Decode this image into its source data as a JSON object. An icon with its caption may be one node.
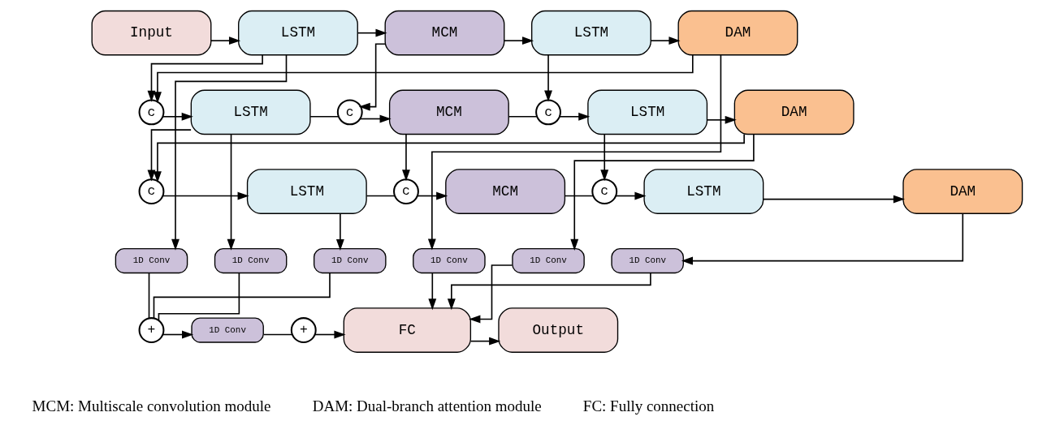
{
  "diagram": {
    "nodes": [
      {
        "text": [
          "Input"
        ]
      },
      {
        "text": [
          "LSTM"
        ]
      },
      {
        "text": [
          "MCM"
        ]
      },
      {
        "text": [
          "LSTM"
        ]
      },
      {
        "text": [
          "DAM"
        ]
      },
      {
        "text": [
          "c"
        ]
      },
      {
        "text": [
          "LSTM"
        ]
      },
      {
        "text": [
          "c"
        ]
      },
      {
        "text": [
          "MCM"
        ]
      },
      {
        "text": [
          "c"
        ]
      },
      {
        "text": [
          "LSTM"
        ]
      },
      {
        "text": [
          "DAM"
        ]
      },
      {
        "text": [
          "c"
        ]
      },
      {
        "text": [
          "LSTM"
        ]
      },
      {
        "text": [
          "c"
        ]
      },
      {
        "text": [
          "MCM"
        ]
      },
      {
        "text": [
          "c"
        ]
      },
      {
        "text": [
          "LSTM"
        ]
      },
      {
        "text": [
          "DAM"
        ]
      },
      {
        "text": [
          "1D Conv"
        ]
      },
      {
        "text": [
          "1D Conv"
        ]
      },
      {
        "text": [
          "1D Conv"
        ]
      },
      {
        "text": [
          "1D Conv"
        ]
      },
      {
        "text": [
          "1D Conv"
        ]
      },
      {
        "text": [
          "1D Conv"
        ]
      },
      {
        "text": [
          "+"
        ]
      },
      {
        "text": [
          "1D Conv"
        ]
      },
      {
        "text": [
          "+"
        ]
      },
      {
        "text": [
          "FC"
        ]
      },
      {
        "text": [
          "Output"
        ]
      }
    ],
    "edges": [
      {
        "from": 0,
        "to": 1,
        "arrow": "to"
      },
      {
        "from": 1,
        "to": 2,
        "arrow": "to"
      },
      {
        "from": 2,
        "to": 3,
        "arrow": "to"
      },
      {
        "from": 3,
        "to": 4,
        "arrow": "to"
      },
      {
        "from": 4,
        "to": 5,
        "arrow": "to"
      },
      {
        "from": 1,
        "to": 5,
        "arrow": "to"
      },
      {
        "from": 2,
        "to": 7,
        "arrow": "to"
      },
      {
        "from": 3,
        "to": 9,
        "arrow": "to"
      },
      {
        "from": 1,
        "to": 19,
        "arrow": "to"
      },
      {
        "from": 4,
        "to": 22,
        "arrow": "to"
      },
      {
        "from": 5,
        "to": 6,
        "arrow": "to"
      },
      {
        "from": 6,
        "to": 7,
        "arrow": "none"
      },
      {
        "from": 7,
        "to": 8,
        "arrow": "to"
      },
      {
        "from": 8,
        "to": 9,
        "arrow": "none"
      },
      {
        "from": 9,
        "to": 10,
        "arrow": "to"
      },
      {
        "from": 10,
        "to": 11,
        "arrow": "to"
      },
      {
        "from": 11,
        "to": 12,
        "arrow": "to"
      },
      {
        "from": 6,
        "to": 12,
        "arrow": "to"
      },
      {
        "from": 8,
        "to": 14,
        "arrow": "to"
      },
      {
        "from": 10,
        "to": 16,
        "arrow": "to"
      },
      {
        "from": 6,
        "to": 20,
        "arrow": "to"
      },
      {
        "from": 11,
        "to": 23,
        "arrow": "to"
      },
      {
        "from": 12,
        "to": 13,
        "arrow": "to"
      },
      {
        "from": 13,
        "to": 14,
        "arrow": "none"
      },
      {
        "from": 14,
        "to": 15,
        "arrow": "to"
      },
      {
        "from": 15,
        "to": 16,
        "arrow": "none"
      },
      {
        "from": 16,
        "to": 17,
        "arrow": "to"
      },
      {
        "from": 17,
        "to": 18,
        "arrow": "to"
      },
      {
        "from": 13,
        "to": 21,
        "arrow": "to"
      },
      {
        "from": 18,
        "to": 24,
        "arrow": "to"
      },
      {
        "from": 19,
        "to": 25,
        "arrow": "none"
      },
      {
        "from": 20,
        "to": 25,
        "arrow": "none"
      },
      {
        "from": 21,
        "to": 25,
        "arrow": "none"
      },
      {
        "from": 25,
        "to": 26,
        "arrow": "to"
      },
      {
        "from": 26,
        "to": 27,
        "arrow": "none"
      },
      {
        "from": 27,
        "to": 28,
        "arrow": "to"
      },
      {
        "from": 22,
        "to": 28,
        "arrow": "to"
      },
      {
        "from": 23,
        "to": 28,
        "arrow": "to"
      },
      {
        "from": 24,
        "to": 28,
        "arrow": "to"
      },
      {
        "from": 28,
        "to": 29,
        "arrow": "to"
      }
    ],
    "labels": [
      "MCM: Multiscale convolution module",
      "DAM: Dual-branch attention module",
      "FC: Fully connection"
    ]
  }
}
